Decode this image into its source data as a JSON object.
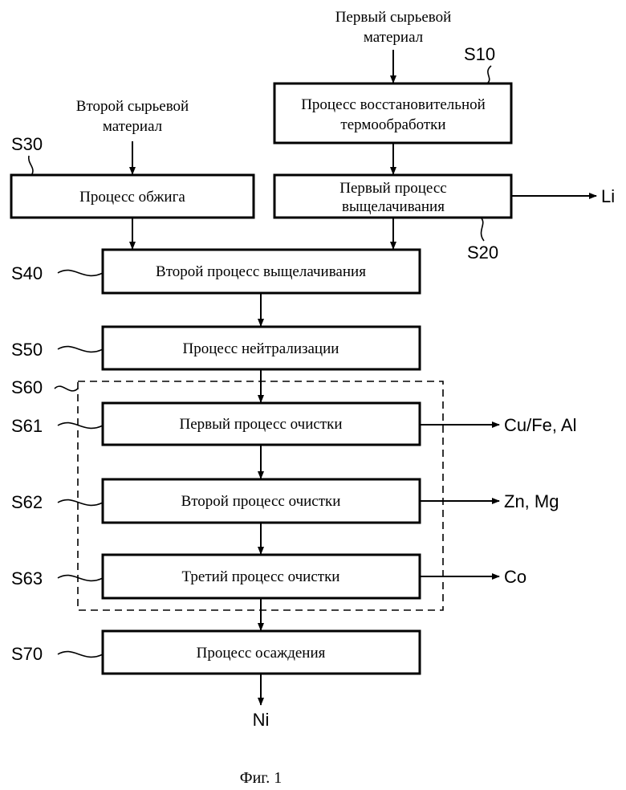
{
  "inputs": {
    "first_raw_material": [
      "Первый сырьевой",
      "материал"
    ],
    "second_raw_material": [
      "Второй сырьевой",
      "материал"
    ]
  },
  "steps": {
    "S10": {
      "code": "S10",
      "label": [
        "Процесс восстановительной",
        "термообработки"
      ]
    },
    "S20": {
      "code": "S20",
      "label": [
        "Первый процесс",
        "выщелачивания"
      ]
    },
    "S30": {
      "code": "S30",
      "label": [
        "Процесс обжига"
      ]
    },
    "S40": {
      "code": "S40",
      "label": [
        "Второй процесс выщелачивания"
      ]
    },
    "S50": {
      "code": "S50",
      "label": [
        "Процесс нейтрализации"
      ]
    },
    "S60": {
      "code": "S60"
    },
    "S61": {
      "code": "S61",
      "label": [
        "Первый процесс очистки"
      ]
    },
    "S62": {
      "code": "S62",
      "label": [
        "Второй процесс очистки"
      ]
    },
    "S63": {
      "code": "S63",
      "label": [
        "Третий процесс очистки"
      ]
    },
    "S70": {
      "code": "S70",
      "label": [
        "Процесс осаждения"
      ]
    }
  },
  "outputs": {
    "li": "Li",
    "cu_fe_al": "Cu/Fe, Al",
    "zn_mg": "Zn, Mg",
    "co": "Co",
    "ni": "Ni"
  },
  "caption": "Фиг. 1"
}
